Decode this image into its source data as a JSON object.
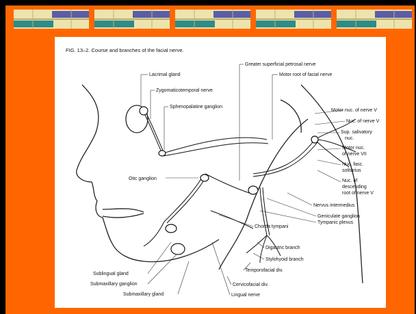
{
  "figure": {
    "caption": "FIG. 13–2. Course and branches of the facial nerve.",
    "labels": {
      "greater_superficial_petrosal": "Greater superficial petrosal nerve",
      "motor_root": "Motor root of facial nerve",
      "lacrimal_gland": "Lacrimal gland",
      "zygomaticotemporal": "Zygomaticotemporal nerve",
      "sphenopalatine": "Sphenopalatine ganglion",
      "motor_nuc_v": "Motor nuc. of nerve V",
      "nuc_v": "Nuc. of nerve V",
      "sup_salivatory_1": "Sup. salivatory",
      "sup_salivatory_2": "nuc.",
      "motor_nuc_vii_1": "Motor nuc.",
      "motor_nuc_vii_2": "of nerve VII",
      "nuc_fasc_1": "Nuc. fasc.",
      "nuc_fasc_2": "solitarius",
      "nuc_desc_1": "Nuc. of",
      "nuc_desc_2": "descending",
      "nuc_desc_3": "root of nerve V",
      "otic": "Otic ganglion",
      "intermedius": "Nervus intermedius",
      "geniculate": "Geniculate ganglion",
      "tympanic": "Tympanic plexus",
      "chorda": "Chorda tympani",
      "digastric": "Digastric branch",
      "stylohyoid": "Stylohyoid branch",
      "temporofacial": "Temporofacial div.",
      "cervicofacial": "Cervicofacial div.",
      "sublingual": "Sublingual gland",
      "submax_ganglion": "Submaxillary ganglion",
      "submax_gland": "Submaxillary gland",
      "lingual": "Lingual nerve"
    }
  },
  "colors": {
    "frame": "#000000",
    "background": "#ff6600",
    "card": "#ffffff",
    "banner_blue": "#5b5ea6",
    "banner_cream": "#ede3ad",
    "banner_teal": "#2e8c86"
  }
}
